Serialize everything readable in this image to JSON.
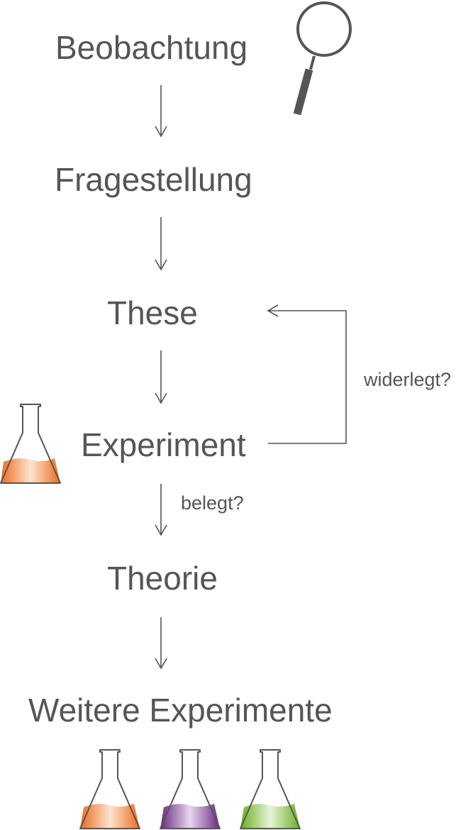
{
  "steps": [
    "Beobachtung",
    "Fragestellung",
    "These",
    "Experiment",
    "Theorie",
    "Weitere Experimente"
  ],
  "edge_labels": {
    "refuted": "widerlegt?",
    "confirmed": "belegt?"
  },
  "icons": {
    "observation": "magnifying-glass-icon",
    "experiment": "flask-icon",
    "further_experiments": [
      "flask-icon",
      "flask-icon",
      "flask-icon"
    ]
  },
  "colors": {
    "text": "#555555",
    "line": "#555555",
    "flask_orange": "#f07a30",
    "flask_purple": "#7a3a8e",
    "flask_green": "#7ab82e"
  }
}
